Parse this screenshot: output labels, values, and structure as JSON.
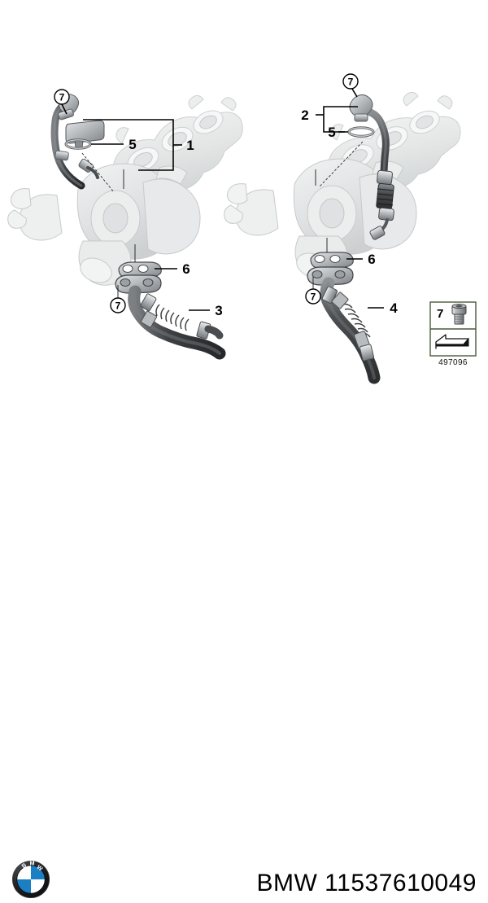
{
  "document": {
    "background_color": "#ffffff",
    "type": "exploded-parts-diagram",
    "subject": "Turbocharger oil supply and return lines"
  },
  "footer": {
    "brand": "BMW",
    "part_number": "11537610049",
    "caption": "BMW 11537610049",
    "logo_name": "bmw-roundel-logo",
    "logo_colors": {
      "blue": "#1b7fc4",
      "white": "#ffffff",
      "ring": "#151515"
    }
  },
  "legend": {
    "item_number": "7",
    "item_icon": "socket-head-bolt-icon",
    "arrow_icon": "block-arrow-icon",
    "code": "497096",
    "border_color": "#4a5a3a"
  },
  "assemblies": [
    {
      "id": "left-assembly",
      "name": "left-turbocharger-assembly",
      "components": [
        {
          "label": "1",
          "name": "oil-feed-line-assembly",
          "kind": "bracket-callout"
        },
        {
          "label": "5",
          "name": "gasket-ring-upper",
          "kind": "leader-callout"
        },
        {
          "label": "6",
          "name": "gasket-oil-return",
          "kind": "leader-callout"
        },
        {
          "label": "3",
          "name": "oil-return-hose",
          "kind": "leader-callout"
        },
        {
          "label": "7",
          "name": "socket-head-bolt-upper",
          "kind": "circled-callout"
        },
        {
          "label": "7",
          "name": "socket-head-bolt-lower",
          "kind": "circled-callout"
        }
      ]
    },
    {
      "id": "right-assembly",
      "name": "right-turbocharger-assembly",
      "components": [
        {
          "label": "2",
          "name": "oil-feed-line-assembly",
          "kind": "bracket-callout"
        },
        {
          "label": "5",
          "name": "gasket-ring-upper",
          "kind": "leader-callout"
        },
        {
          "label": "6",
          "name": "gasket-oil-return",
          "kind": "leader-callout"
        },
        {
          "label": "4",
          "name": "oil-return-hose",
          "kind": "leader-callout"
        },
        {
          "label": "7",
          "name": "socket-head-bolt-upper",
          "kind": "circled-callout"
        },
        {
          "label": "7",
          "name": "socket-head-bolt-lower",
          "kind": "circled-callout"
        }
      ]
    }
  ],
  "callouts": {
    "left_bracket_1": "1",
    "left_ring_5": "5",
    "left_gasket_6": "6",
    "left_hose_3": "3",
    "left_bolt_top_7": "7",
    "left_bolt_bottom_7": "7",
    "right_bracket_2": "2",
    "right_ring_5": "5",
    "right_gasket_6": "6",
    "right_hose_4": "4",
    "right_bolt_top_7": "7",
    "right_bolt_bottom_7": "7"
  },
  "colors": {
    "line": "#000000",
    "ghost_part": "#e9eaea",
    "ghost_stroke": "#c9cccd",
    "metal_light": "#d9dbdc",
    "metal_mid": "#9a9da0",
    "metal_dark": "#5d6063",
    "hose_dark": "#3b3d40",
    "hose_mid": "#6c6f72"
  }
}
